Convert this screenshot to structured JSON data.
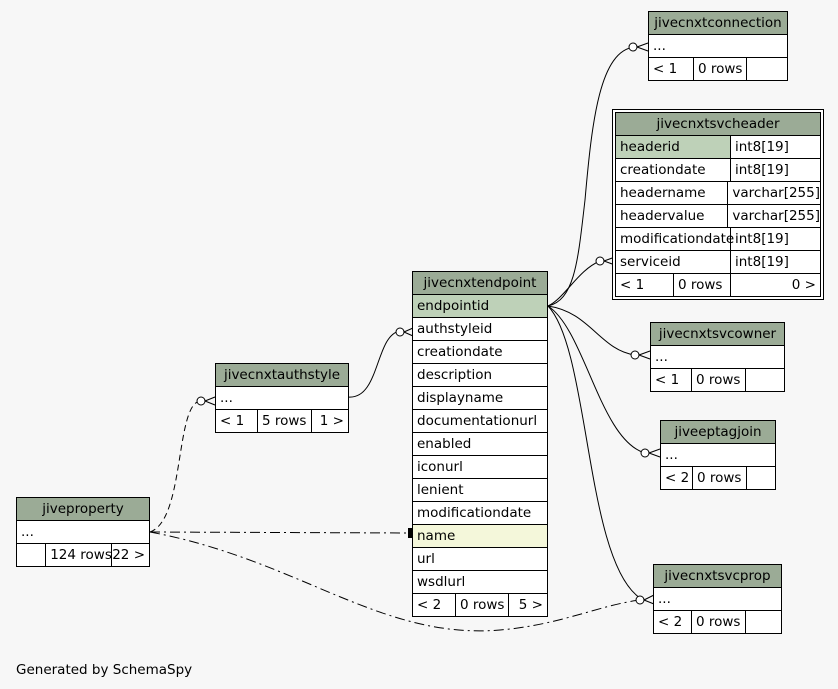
{
  "tables": {
    "jivecnxtconnection": {
      "title": "jivecnxtconnection",
      "rows": [
        "..."
      ],
      "footer": {
        "parents": "< 1",
        "rows": "0 rows",
        "children": ""
      }
    },
    "jivecnxtsvcheader": {
      "title": "jivecnxtsvcheader",
      "columns": [
        {
          "name": "headerid",
          "type": "int8[19]"
        },
        {
          "name": "creationdate",
          "type": "int8[19]"
        },
        {
          "name": "headername",
          "type": "varchar[255]"
        },
        {
          "name": "headervalue",
          "type": "varchar[255]"
        },
        {
          "name": "modificationdate",
          "type": "int8[19]"
        },
        {
          "name": "serviceid",
          "type": "int8[19]"
        }
      ],
      "footer": {
        "parents": "< 1",
        "rows": "0 rows",
        "children": "0 >"
      }
    },
    "jivecnxtendpoint": {
      "title": "jivecnxtendpoint",
      "columns": [
        "endpointid",
        "authstyleid",
        "creationdate",
        "description",
        "displayname",
        "documentationurl",
        "enabled",
        "iconurl",
        "lenient",
        "modificationdate",
        "name",
        "url",
        "wsdlurl"
      ],
      "footer": {
        "parents": "< 2",
        "rows": "0 rows",
        "children": "5 >"
      }
    },
    "jivecnxtsvcowner": {
      "title": "jivecnxtsvcowner",
      "rows": [
        "..."
      ],
      "footer": {
        "parents": "< 1",
        "rows": "0 rows",
        "children": ""
      }
    },
    "jiveeptagjoin": {
      "title": "jiveeptagjoin",
      "rows": [
        "..."
      ],
      "footer": {
        "parents": "< 2",
        "rows": "0 rows",
        "children": ""
      }
    },
    "jivecnxtsvcprop": {
      "title": "jivecnxtsvcprop",
      "rows": [
        "..."
      ],
      "footer": {
        "parents": "< 2",
        "rows": "0 rows",
        "children": ""
      }
    },
    "jivecnxtauthstyle": {
      "title": "jivecnxtauthstyle",
      "rows": [
        "..."
      ],
      "footer": {
        "parents": "< 1",
        "rows": "5 rows",
        "children": "1 >"
      }
    },
    "jiveproperty": {
      "title": "jiveproperty",
      "rows": [
        "..."
      ],
      "footer": {
        "parents": "",
        "rows": "124 rows",
        "children": "22 >"
      }
    }
  },
  "caption": "Generated by SchemaSpy"
}
